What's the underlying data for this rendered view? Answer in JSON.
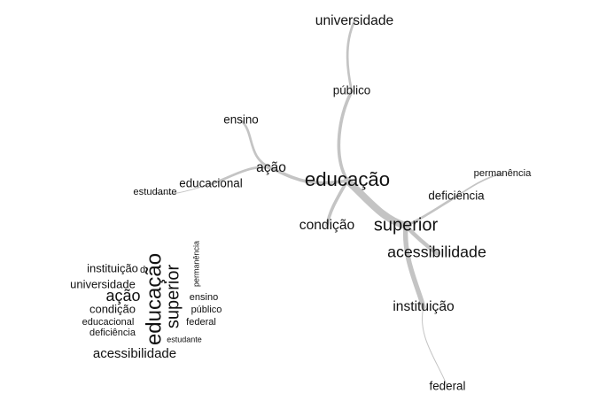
{
  "similarity_graph": {
    "nodes": [
      {
        "id": "universidade",
        "label": "universidade",
        "weight": 3
      },
      {
        "id": "publico",
        "label": "público",
        "weight": 2
      },
      {
        "id": "ensino",
        "label": "ensino",
        "weight": 2
      },
      {
        "id": "acao",
        "label": "ação",
        "weight": 3
      },
      {
        "id": "educacional",
        "label": "educacional",
        "weight": 2
      },
      {
        "id": "estudante",
        "label": "estudante",
        "weight": 1
      },
      {
        "id": "educacao",
        "label": "educação",
        "weight": 6
      },
      {
        "id": "condicao",
        "label": "condição",
        "weight": 3
      },
      {
        "id": "superior",
        "label": "superior",
        "weight": 5
      },
      {
        "id": "deficiencia",
        "label": "deficiência",
        "weight": 2
      },
      {
        "id": "permanencia",
        "label": "permanência",
        "weight": 1
      },
      {
        "id": "acessibilidade",
        "label": "acessibilidade",
        "weight": 4
      },
      {
        "id": "instituicao",
        "label": "instituição",
        "weight": 3
      },
      {
        "id": "federal",
        "label": "federal",
        "weight": 2
      }
    ],
    "edges": [
      {
        "from": "universidade",
        "to": "publico",
        "weight": 3
      },
      {
        "from": "publico",
        "to": "educacao",
        "weight": 4
      },
      {
        "from": "ensino",
        "to": "acao",
        "weight": 3
      },
      {
        "from": "acao",
        "to": "educacao",
        "weight": 4
      },
      {
        "from": "educacional",
        "to": "acao",
        "weight": 3
      },
      {
        "from": "estudante",
        "to": "educacional",
        "weight": 1
      },
      {
        "from": "educacao",
        "to": "superior",
        "weight": 9
      },
      {
        "from": "educacao",
        "to": "condicao",
        "weight": 4
      },
      {
        "from": "superior",
        "to": "deficiencia",
        "weight": 3
      },
      {
        "from": "deficiencia",
        "to": "permanencia",
        "weight": 2
      },
      {
        "from": "superior",
        "to": "acessibilidade",
        "weight": 5
      },
      {
        "from": "superior",
        "to": "instituicao",
        "weight": 6
      },
      {
        "from": "instituicao",
        "to": "federal",
        "weight": 1
      }
    ]
  },
  "word_cloud": {
    "words": [
      {
        "id": "educacao",
        "text": "educação",
        "weight": 6,
        "rotated": true
      },
      {
        "id": "superior",
        "text": "superior",
        "weight": 5,
        "rotated": true
      },
      {
        "id": "permanencia",
        "text": "permanência",
        "weight": 1,
        "rotated": true
      },
      {
        "id": "instituicao",
        "text": "instituição",
        "weight": 2,
        "rotated": false
      },
      {
        "id": "federal-short",
        "text": "d",
        "weight": 2,
        "rotated": false
      },
      {
        "id": "universidade",
        "text": "universidade",
        "weight": 2,
        "rotated": false
      },
      {
        "id": "acao",
        "text": "ação",
        "weight": 4,
        "rotated": false
      },
      {
        "id": "condicao",
        "text": "condição",
        "weight": 2,
        "rotated": false
      },
      {
        "id": "educacional",
        "text": "educacional",
        "weight": 1,
        "rotated": false
      },
      {
        "id": "deficiencia",
        "text": "deficiência",
        "weight": 1,
        "rotated": false
      },
      {
        "id": "ensino",
        "text": "ensino",
        "weight": 1,
        "rotated": false
      },
      {
        "id": "publico",
        "text": "público",
        "weight": 1,
        "rotated": false
      },
      {
        "id": "federal",
        "text": "federal",
        "weight": 1,
        "rotated": false
      },
      {
        "id": "estudante",
        "text": "estudante",
        "weight": 1,
        "rotated": false
      },
      {
        "id": "acessibilidade",
        "text": "acessibilidade",
        "weight": 3,
        "rotated": false
      }
    ]
  }
}
